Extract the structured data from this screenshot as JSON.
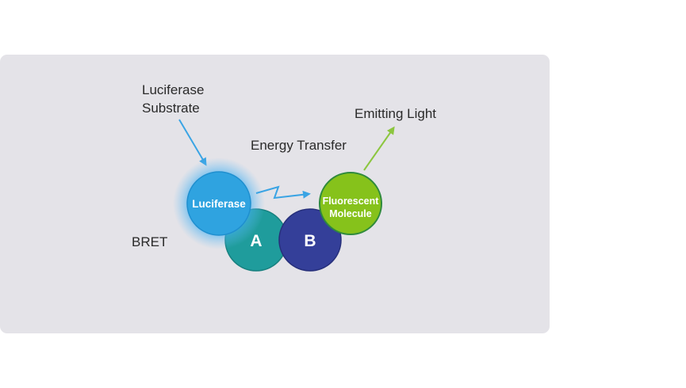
{
  "labels": {
    "substrate_line1": "Luciferase",
    "substrate_line2": "Substrate",
    "emitting": "Emitting Light",
    "energy": "Energy Transfer",
    "bret": "BRET"
  },
  "nodes": {
    "luciferase": "Luciferase",
    "a": "A",
    "b": "B",
    "fluor_line1": "Fluorescent",
    "fluor_line2": "Molecule"
  },
  "colors": {
    "panel": "#e4e3e8",
    "luciferase": "#2fa3e0",
    "luciferase_glow": "#3aa9f0",
    "protein_a": "#1f9c9c",
    "protein_b": "#343f99",
    "fluorescent": "#86c21b",
    "arrow_blue": "#3aa4e4",
    "arrow_green": "#8cc63f"
  },
  "icons": {
    "energy_transfer": "zigzag-arrow-icon"
  }
}
